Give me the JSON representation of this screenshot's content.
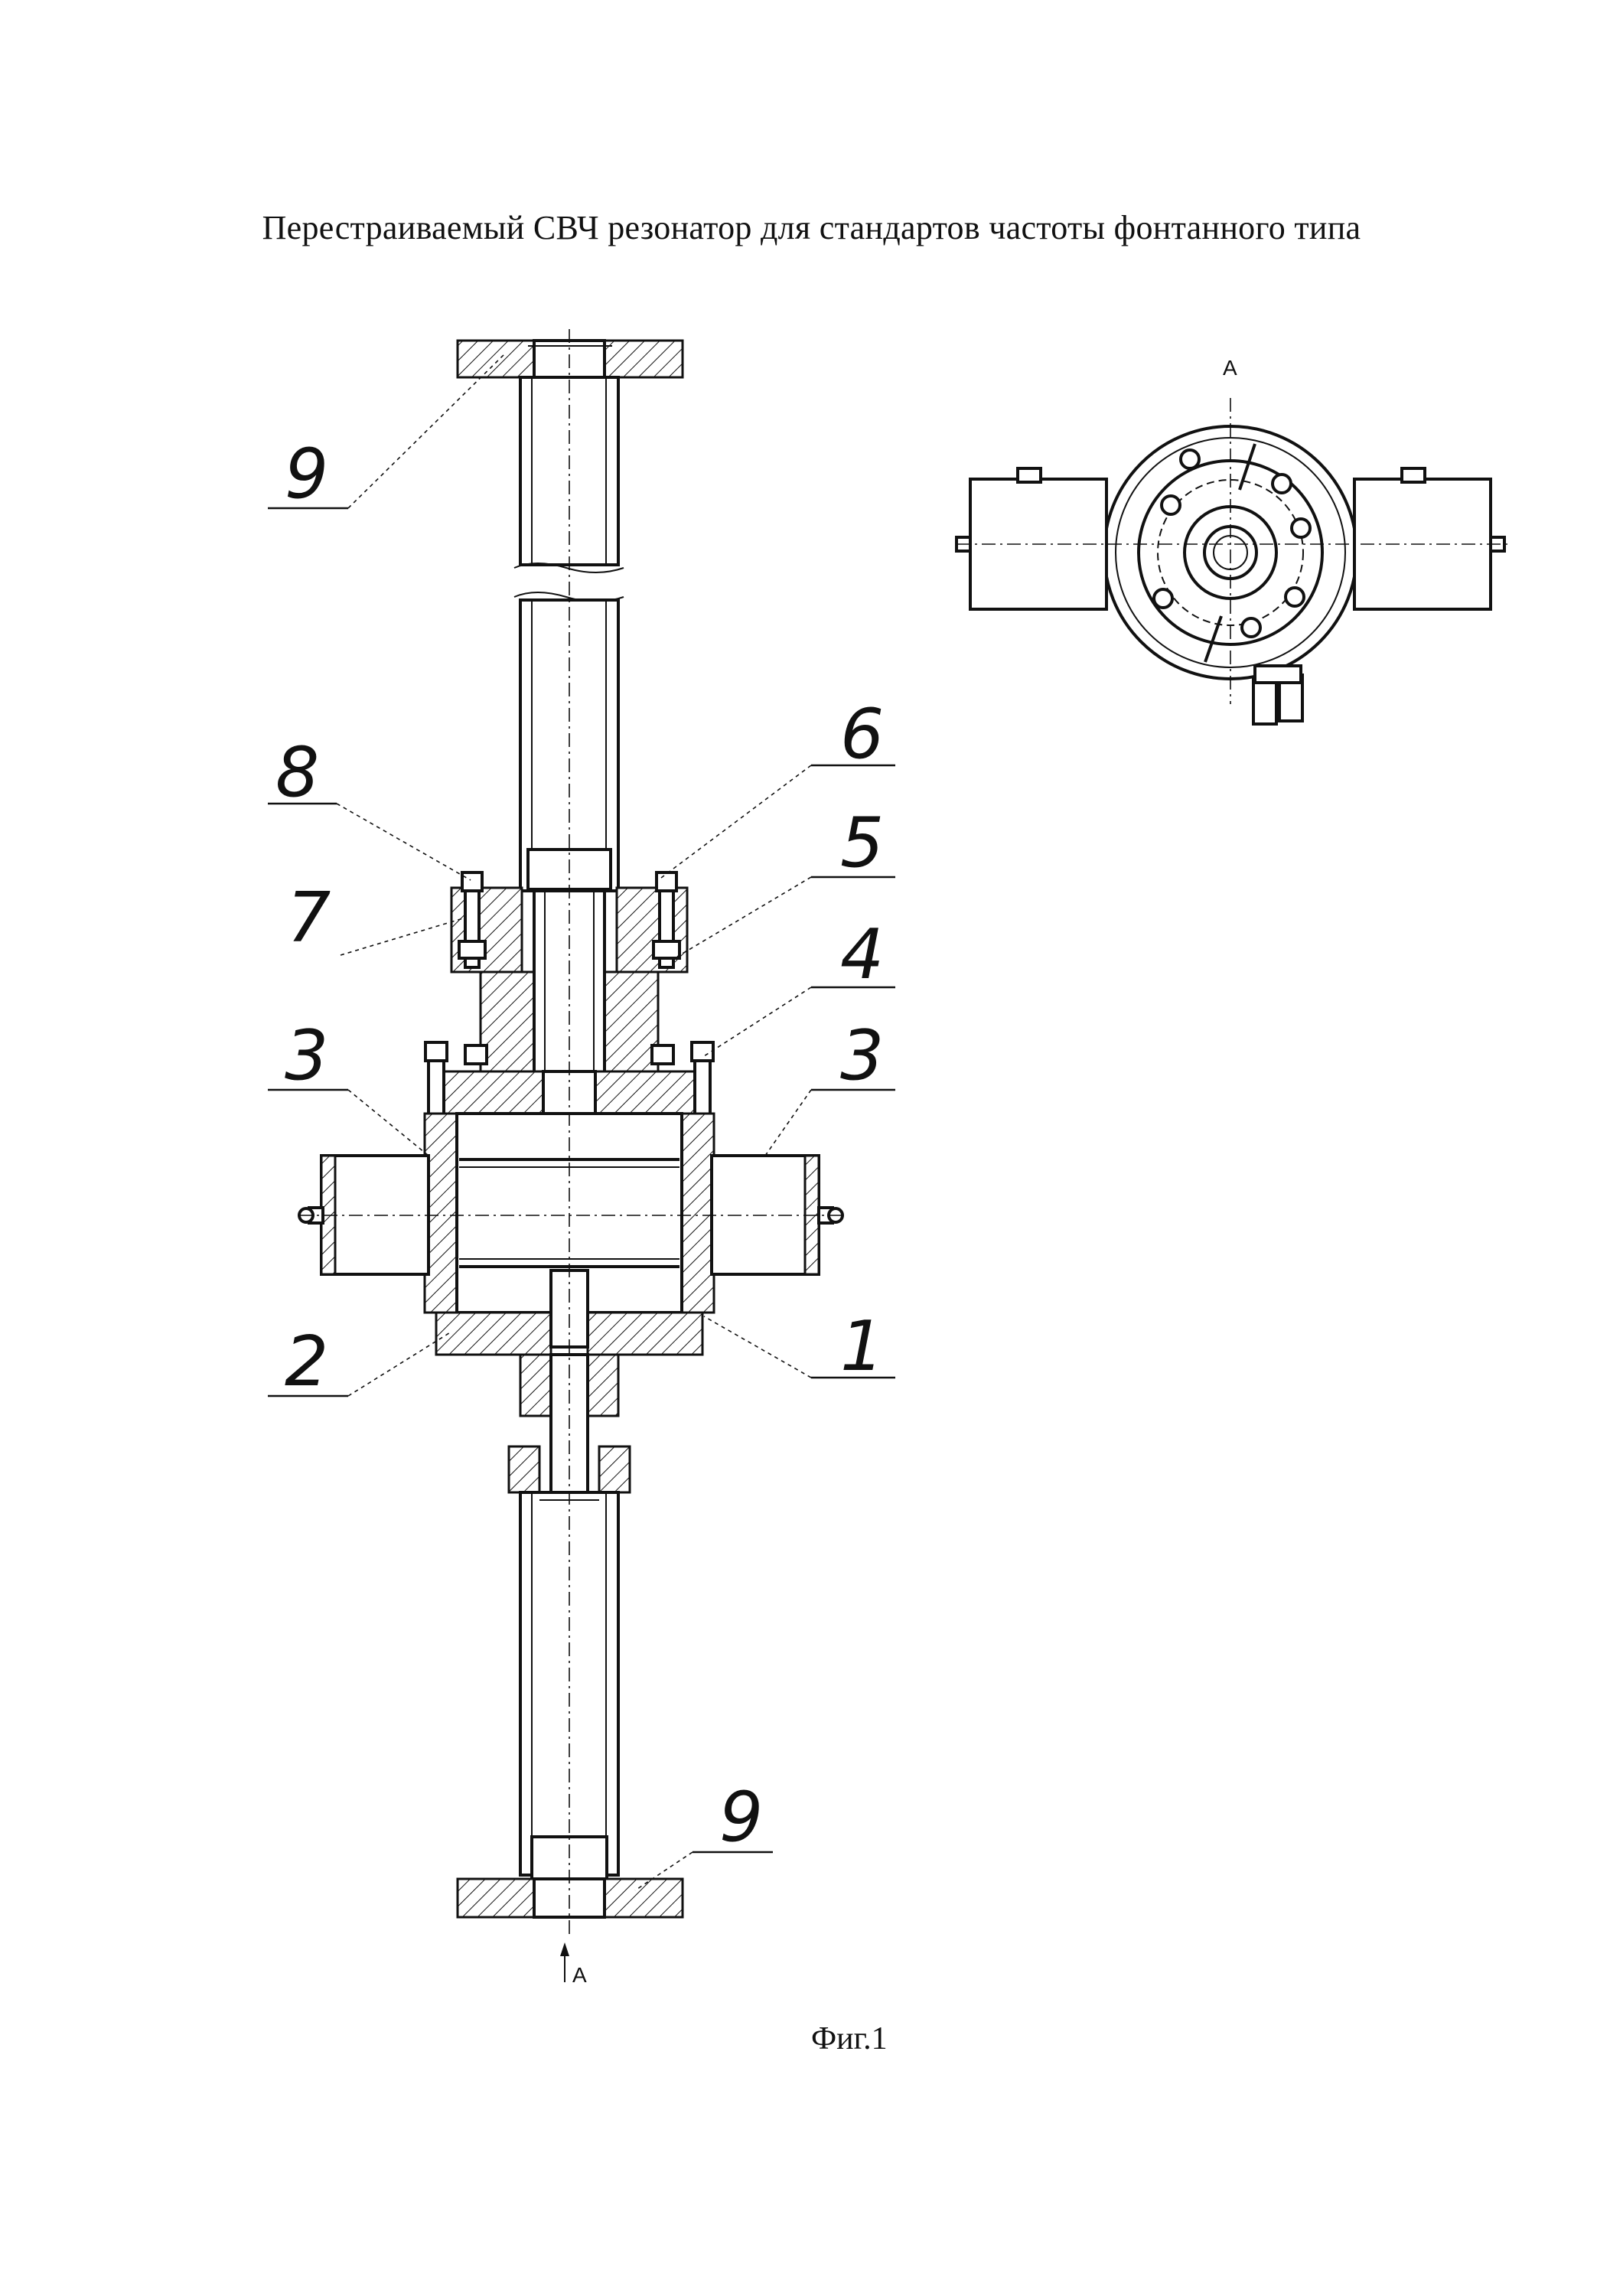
{
  "title": "Перестраиваемый СВЧ резонатор для стандартов частоты фонтанного типа",
  "caption": "Фиг.1",
  "view_label_top": "A",
  "view_arrow_label": "A",
  "callouts": {
    "c9_top": "9",
    "c8": "8",
    "c6": "6",
    "c5": "5",
    "c7": "7",
    "c4": "4",
    "c3_left": "3",
    "c3_right": "3",
    "c2": "2",
    "c1": "1",
    "c9_bottom": "9"
  }
}
